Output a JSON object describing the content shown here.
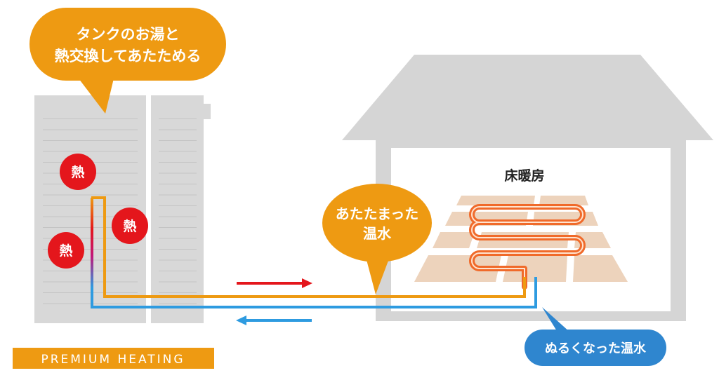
{
  "bubbles": {
    "tank": {
      "line1": "タンクのお湯と",
      "line2": "熱交換してあたためる"
    },
    "warm": {
      "line1": "あたたまった",
      "line2": "温水"
    },
    "cool": {
      "text": "ぬるくなった温水"
    }
  },
  "heat_marks": [
    "熱",
    "熱",
    "熱"
  ],
  "floor_label": "床暖房",
  "brand": "PREMIUM HEATING",
  "colors": {
    "orange": "#EE9A12",
    "blue": "#2E9BE0",
    "dark_blue": "#2F86CF",
    "red": "#E4161C",
    "gray": "#D5D5D5",
    "tile": "#EDD3BC",
    "coil": "#F06A2A"
  }
}
